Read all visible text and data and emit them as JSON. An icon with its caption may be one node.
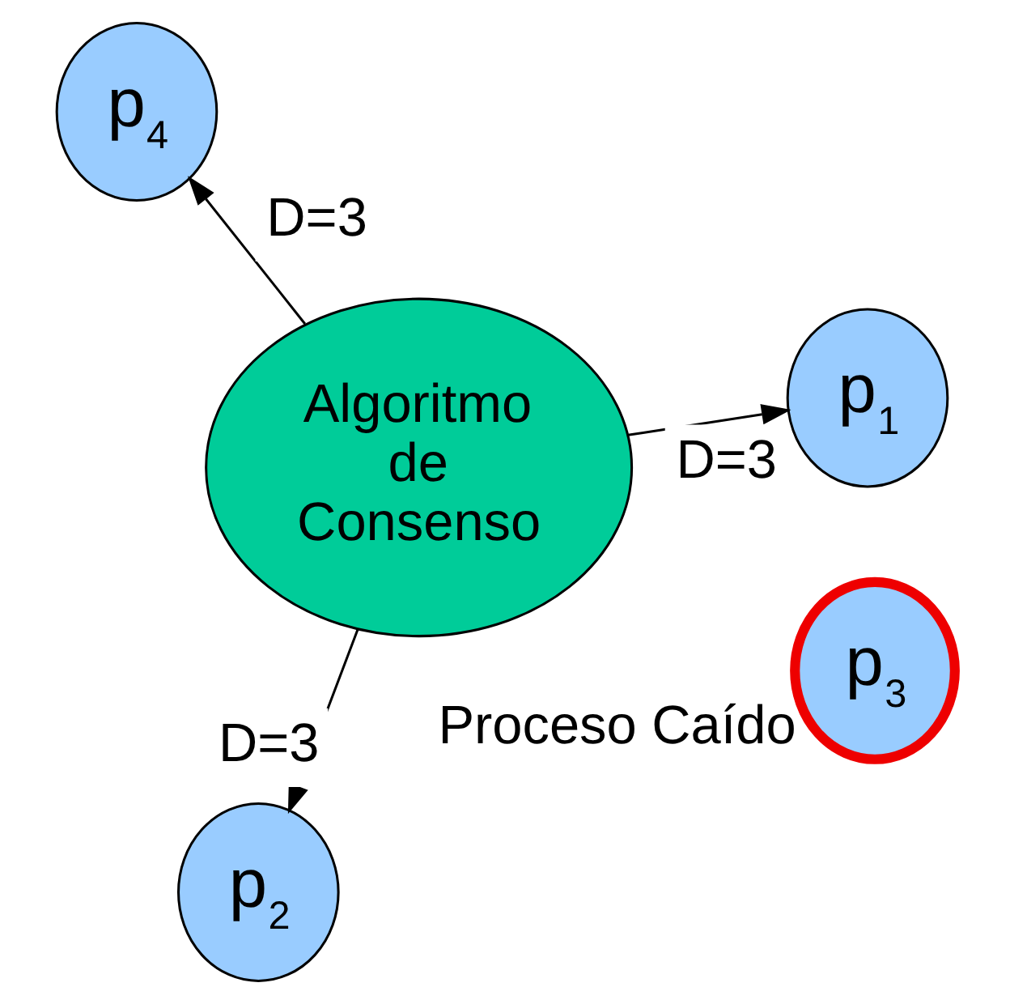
{
  "diagram": {
    "nodes": [
      {
        "text": [
          "Algoritmo de Consenso"
        ]
      },
      {
        "text": [
          "p$_{1}$"
        ]
      },
      {
        "text": [
          "p$_{2}$"
        ]
      },
      {
        "text": [
          "p$_{3}$"
        ],
        "beside": [
          "Proceso Caído"
        ]
      },
      {
        "text": [
          "p$_{4}$"
        ]
      }
    ],
    "edges": [
      {
        "from": 0,
        "to": 1,
        "arrow": "to",
        "label": "D=3"
      },
      {
        "from": 0,
        "to": 2,
        "arrow": "to",
        "label": "D=3"
      },
      {
        "from": 0,
        "to": 4,
        "arrow": "to",
        "label": "D=3"
      }
    ]
  }
}
